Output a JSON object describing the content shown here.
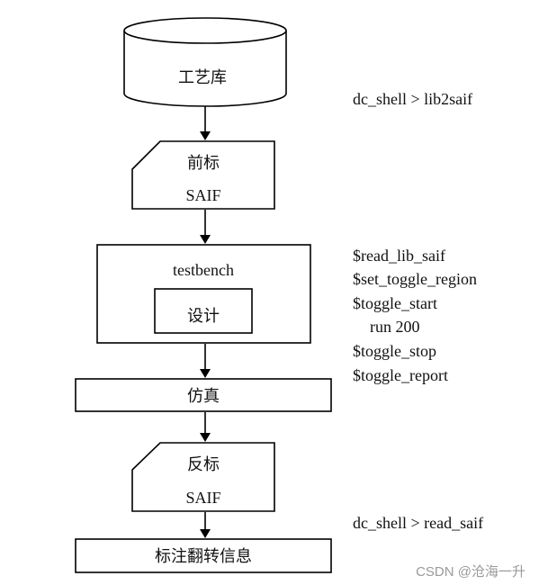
{
  "nodes": {
    "library": "工艺库",
    "pre_saif_line1": "前标",
    "pre_saif_line2": "SAIF",
    "testbench": "testbench",
    "design": "设计",
    "simulation": "仿真",
    "back_saif_line1": "反标",
    "back_saif_line2": "SAIF",
    "annotate": "标注翻转信息"
  },
  "commands": {
    "lib2saif": "dc_shell > lib2saif",
    "vlog_tasks": [
      "$read_lib_saif",
      "$set_toggle_region",
      "$toggle_start",
      "run 200",
      "$toggle_stop",
      "$toggle_report"
    ],
    "read_saif": "dc_shell > read_saif"
  },
  "watermark": "CSDN @沧海一升"
}
